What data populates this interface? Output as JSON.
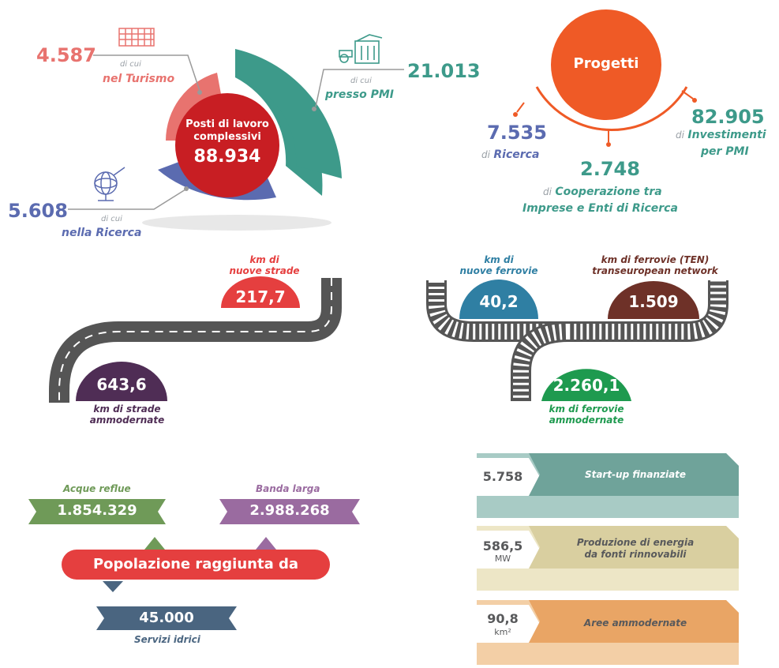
{
  "colors": {
    "red": "#e53f3f",
    "salmon": "#e8736f",
    "teal": "#3d9a8a",
    "blue": "#5b6bb0",
    "orange": "#ef5a26",
    "purple": "#4f2d55",
    "steelblue": "#2f7fa3",
    "brown": "#6e3128",
    "green": "#1e9a4f",
    "olive": "#6f9a58",
    "mauve": "#9a6ba0",
    "slate": "#4a6580",
    "startup": "#6fa39a",
    "energy": "#d9cfa0",
    "areas": "#e9a565",
    "gray": "#58595b"
  },
  "jobs": {
    "center_title": "Posti di lavoro complessivi",
    "center_value": "88.934",
    "turismo": {
      "value": "4.587",
      "dicui": "di cui",
      "label": "nel Turismo",
      "icon": "colosseum-icon"
    },
    "pmi": {
      "value": "21.013",
      "dicui": "di cui",
      "label": "presso PMI",
      "icon": "factory-icon"
    },
    "ricerca": {
      "value": "5.608",
      "dicui": "di cui",
      "label": "nella Ricerca",
      "icon": "satellite-icon"
    }
  },
  "projects": {
    "title": "Progetti",
    "ricerca": {
      "value": "7.535",
      "prefix": "di",
      "label": "Ricerca"
    },
    "cooperazione": {
      "value": "2.748",
      "prefix": "di",
      "label": "Cooperazione tra",
      "label2": "Imprese e Enti di Ricerca"
    },
    "investimenti": {
      "value": "82.905",
      "prefix": "di",
      "label": "Investimenti",
      "label2": "per PMI"
    }
  },
  "roads": {
    "new": {
      "value": "217,7",
      "label1": "km di",
      "label2": "nuove strade"
    },
    "modern": {
      "value": "643,6",
      "label1": "km di strade",
      "label2": "ammodernate"
    }
  },
  "rail": {
    "new": {
      "value": "40,2",
      "label1": "km di",
      "label2": "nuove ferrovie"
    },
    "ten": {
      "value": "1.509",
      "label1": "km di ferrovie (TEN)",
      "label2": "transeuropean network"
    },
    "modern": {
      "value": "2.260,1",
      "label1": "km di ferrovie",
      "label2": "ammodernate"
    }
  },
  "population": {
    "banner": "Popolazione raggiunta da",
    "acque": {
      "label": "Acque reflue",
      "value": "1.854.329"
    },
    "banda": {
      "label": "Banda larga",
      "value": "2.988.268"
    },
    "idrici": {
      "value": "45.000",
      "label": "Servizi idrici"
    }
  },
  "stats": {
    "startup": {
      "value": "5.758",
      "label": "Start-up finanziate"
    },
    "energy": {
      "value": "586,5",
      "unit": "MW",
      "label1": "Produzione di energia",
      "label2": "da fonti rinnovabili"
    },
    "areas": {
      "value": "90,8",
      "unit": "km²",
      "label": "Aree ammodernate"
    }
  }
}
